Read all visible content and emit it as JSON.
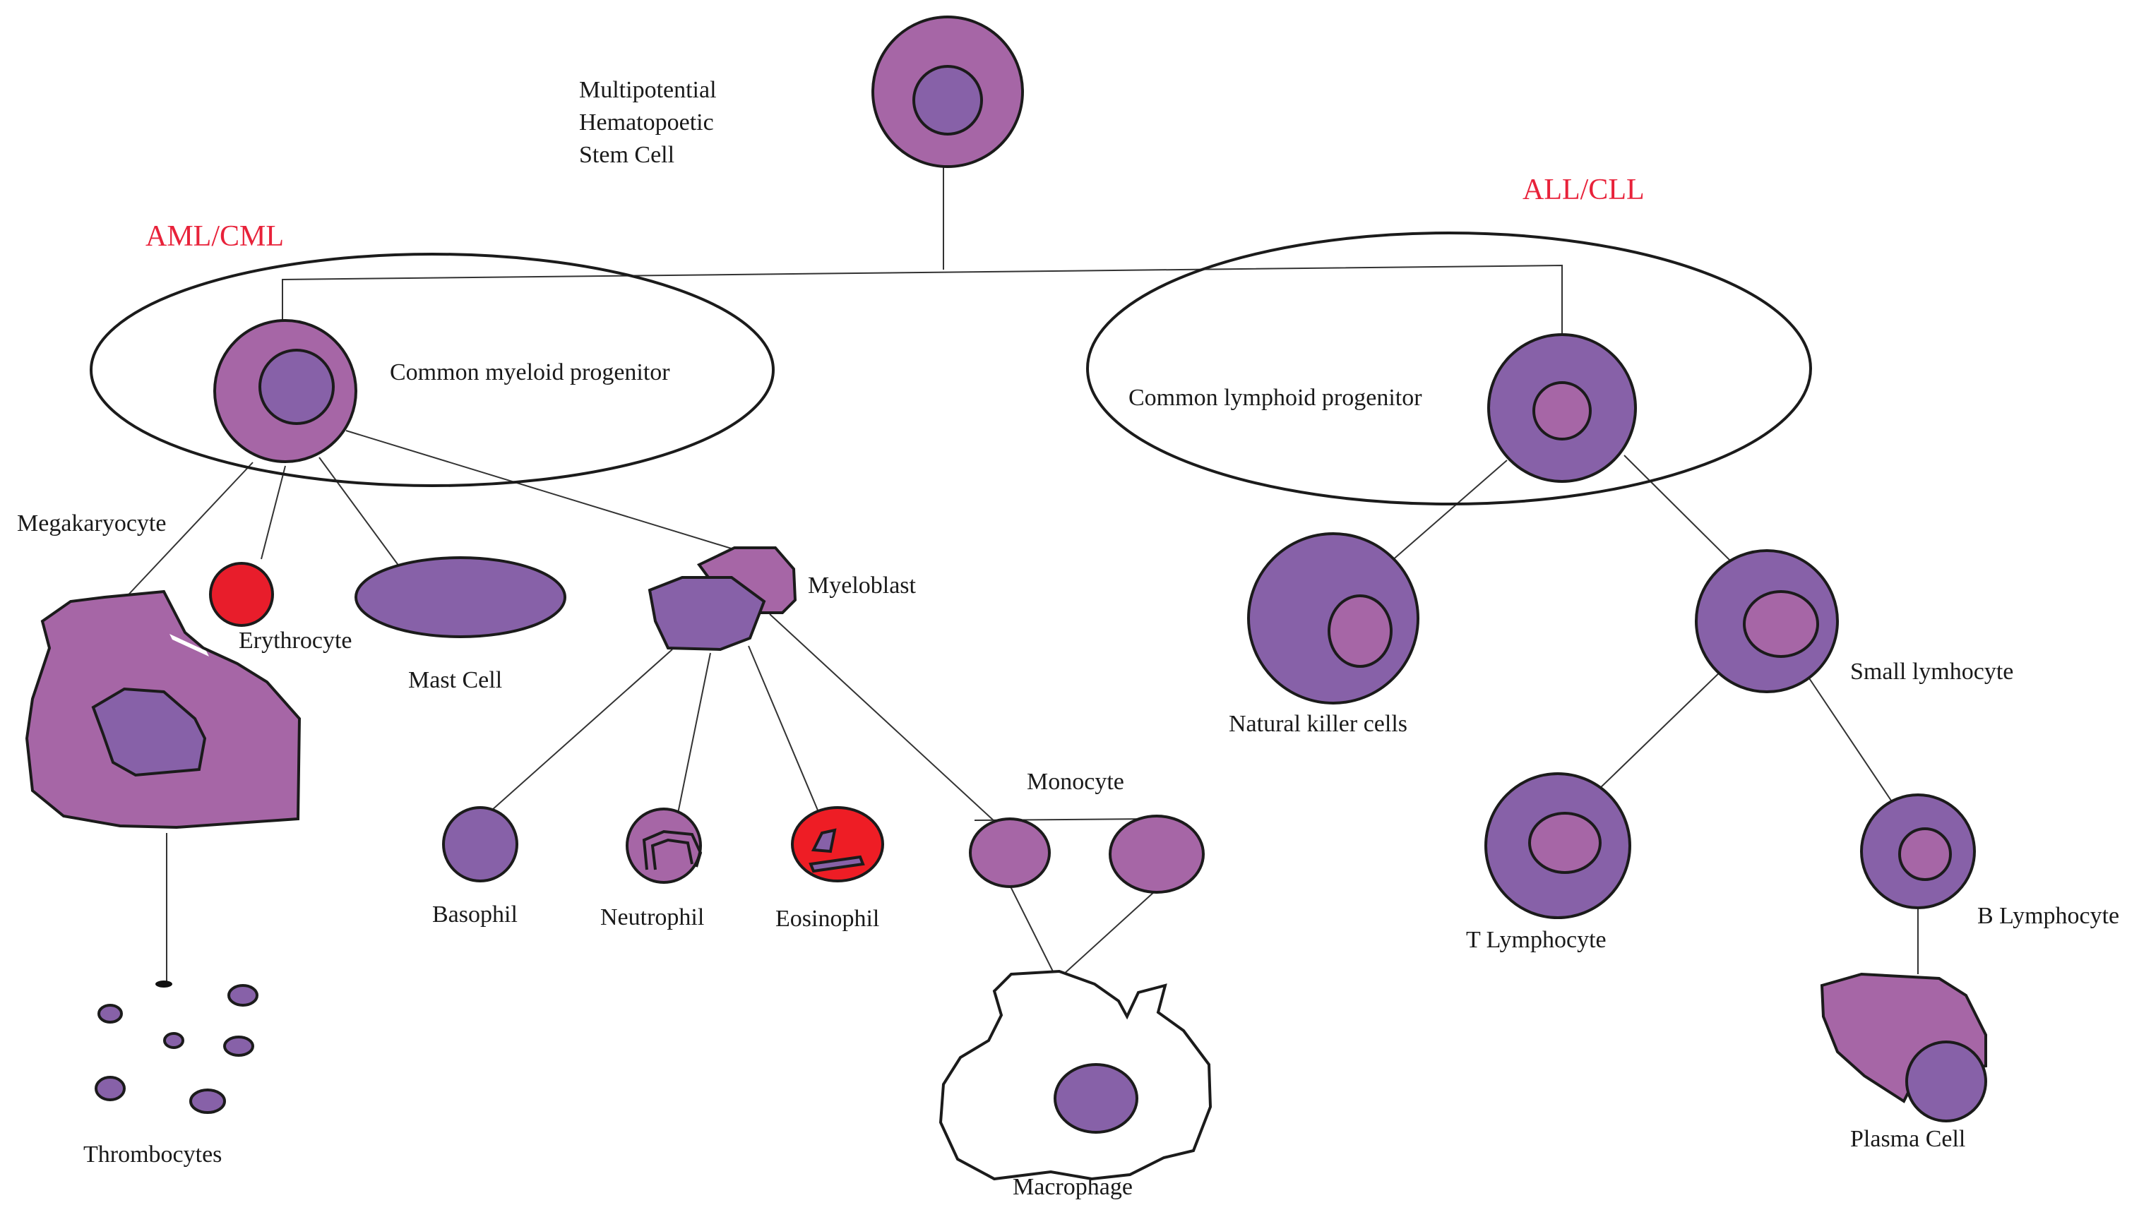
{
  "colors": {
    "outer_light": "#a666a6",
    "outer_dark": "#8761a8",
    "nucleus_dark": "#8761a8",
    "nucleus_light": "#a666a6",
    "red": "#e81d2b",
    "outline": "#1b1b1b",
    "leukemia_label": "#e8223a"
  },
  "groups": {
    "myeloid_leukemia": "AML/CML",
    "lymphoid_leukemia": "ALL/CLL"
  },
  "cells": {
    "stem_cell_line1": "Multipotential",
    "stem_cell_line2": "Hematopoetic",
    "stem_cell_line3": "Stem Cell",
    "myeloid_progenitor": "Common myeloid progenitor",
    "lymphoid_progenitor": "Common lymphoid progenitor",
    "megakaryocyte": "Megakaryocyte",
    "erythrocyte": "Erythrocyte",
    "mast_cell": "Mast Cell",
    "myeloblast": "Myeloblast",
    "thrombocytes": "Thrombocytes",
    "basophil": "Basophil",
    "neutrophil": "Neutrophil",
    "eosinophil": "Eosinophil",
    "monocyte": "Monocyte",
    "macrophage": "Macrophage",
    "natural_killer": "Natural killer cells",
    "small_lymphocyte": "Small lymhocyte",
    "t_lymphocyte": "T Lymphocyte",
    "b_lymphocyte": "B Lymphocyte",
    "plasma_cell": "Plasma Cell"
  }
}
